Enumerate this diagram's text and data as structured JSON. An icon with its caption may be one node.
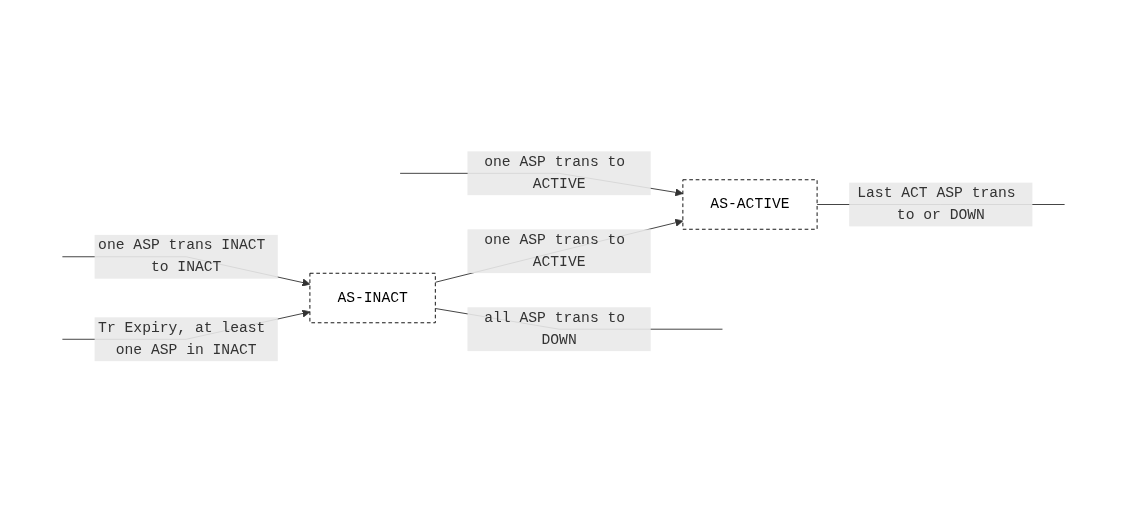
{
  "diagram": {
    "nodes": [
      {
        "text": [
          "AS-INACT"
        ]
      },
      {
        "text": [
          "AS-ACTIVE"
        ]
      }
    ],
    "edges": [
      {
        "from": 0,
        "to": 1,
        "arrow": "to",
        "label": "one ASP trans to ACTIVE"
      },
      {
        "from": null,
        "to": 0,
        "arrow": "to",
        "label": "Tr Expiry, at least one ASP in INACT"
      },
      {
        "from": null,
        "to": 0,
        "arrow": "to",
        "label": "one ASP trans INACT to INACT"
      },
      {
        "from": 0,
        "to": null,
        "arrow": "none",
        "label": "all ASP trans to DOWN"
      },
      {
        "from": null,
        "to": 1,
        "arrow": "to",
        "label": "one ASP trans to ACTIVE"
      },
      {
        "from": 1,
        "to": null,
        "arrow": "none",
        "label": "Last ACT ASP trans to or DOWN"
      }
    ]
  }
}
